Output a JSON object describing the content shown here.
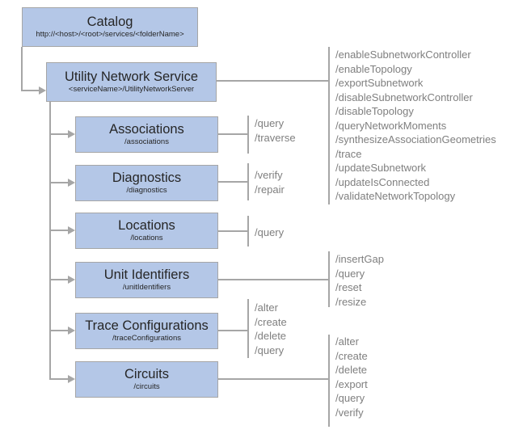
{
  "catalog": {
    "title": "Catalog",
    "subtitle": "http://<host>/<root>/services/<folderName>"
  },
  "service": {
    "title": "Utility Network Service",
    "subtitle": "<serviceName>/UtilityNetworkServer",
    "operations": [
      "/enableSubnetworkController",
      "/enableTopology",
      "/exportSubnetwork",
      "/disableSubnetworkController",
      "/disableTopology",
      "/queryNetworkMoments",
      "/synthesizeAssociationGeometries",
      "/trace",
      "/updateSubnetwork",
      "/updateIsConnected",
      "/validateNetworkTopology"
    ]
  },
  "resources": [
    {
      "title": "Associations",
      "subtitle": "/associations",
      "operations": [
        "/query",
        "/traverse"
      ]
    },
    {
      "title": "Diagnostics",
      "subtitle": "/diagnostics",
      "operations": [
        "/verify",
        "/repair"
      ]
    },
    {
      "title": "Locations",
      "subtitle": "/locations",
      "operations": [
        "/query"
      ]
    },
    {
      "title": "Unit Identifiers",
      "subtitle": "/unitIdentifiers",
      "operations": [
        "/insertGap",
        "/query",
        "/reset",
        "/resize"
      ]
    },
    {
      "title": "Trace Configurations",
      "subtitle": "/traceConfigurations",
      "operations": [
        "/alter",
        "/create",
        "/delete",
        "/query"
      ]
    },
    {
      "title": "Circuits",
      "subtitle": "/circuits",
      "operations": [
        "/alter",
        "/create",
        "/delete",
        "/export",
        "/query",
        "/verify"
      ]
    }
  ],
  "colors": {
    "box_fill": "#b4c7e7",
    "box_border": "#a6a6a6",
    "connector": "#a6a6a6",
    "box_text": "#262626",
    "operation_text": "#7f7f7f"
  }
}
